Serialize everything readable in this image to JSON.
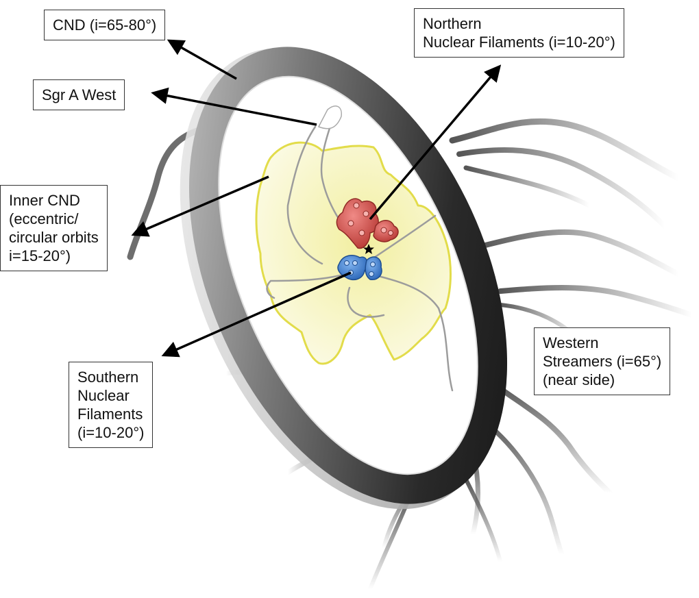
{
  "labels": {
    "cnd": {
      "lines": [
        "CND (i=65-80°)"
      ]
    },
    "sgr_a_west": {
      "lines": [
        "Sgr A West"
      ]
    },
    "inner_cnd": {
      "lines": [
        "Inner CND",
        "(eccentric/",
        "circular orbits",
        "i=15-20°)"
      ]
    },
    "northern_filaments": {
      "lines": [
        "Northern",
        "Nuclear Filaments (i=10-20°)"
      ]
    },
    "southern_filaments": {
      "lines": [
        "Southern",
        "Nuclear",
        "Filaments",
        "(i=10-20°)"
      ]
    },
    "western_streamers": {
      "lines": [
        "Western",
        "Streamers (i=65°)",
        "(near side)"
      ]
    }
  },
  "colors": {
    "northern_clump": "#d9534f",
    "southern_clump": "#3d7fd1",
    "inner_cnd_fill": "#f4f2b8",
    "inner_cnd_outline": "#e2dc4a",
    "ring_dark": "#1a1a1a",
    "ring_light": "#c8c8c8"
  },
  "icons": {
    "center": "star-icon"
  }
}
